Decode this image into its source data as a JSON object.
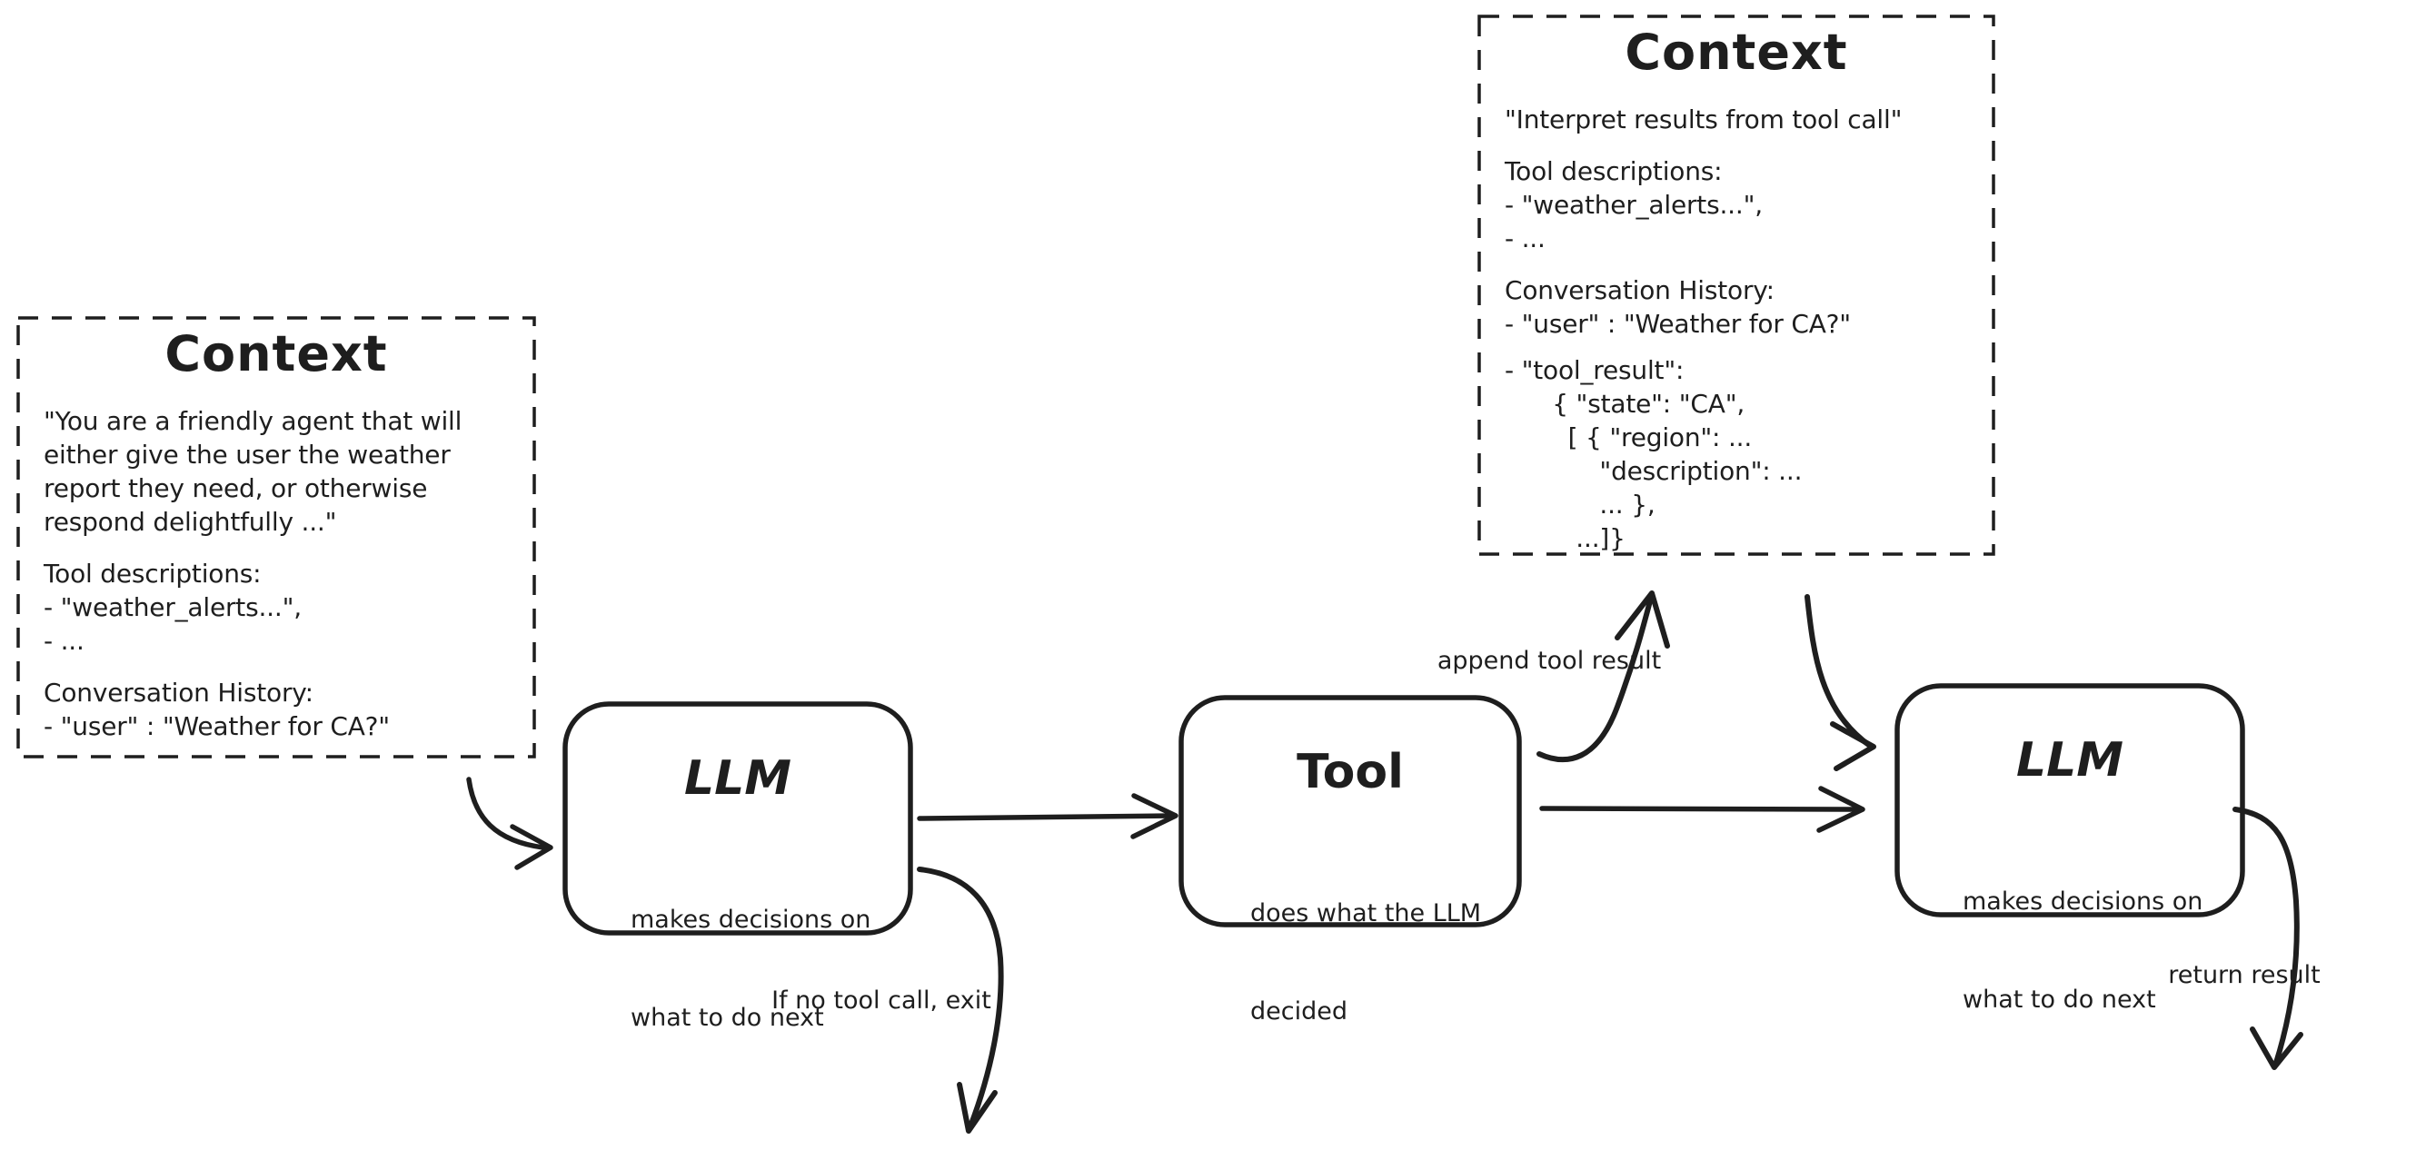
{
  "colors": {
    "ink": "#1e1e1e",
    "background": "#ffffff"
  },
  "nodes": {
    "context1": {
      "title": "Context",
      "lines": [
        "\"You are a friendly agent that will",
        "either give the user the weather",
        "report they need, or otherwise",
        "respond delightfully ...\"",
        "Tool descriptions:",
        "- \"weather_alerts...\",",
        "- ...",
        "Conversation History:",
        "- \"user\" : \"Weather for CA?\""
      ]
    },
    "context2": {
      "title": "Context",
      "lines": [
        "\"Interpret results from tool call\"",
        "Tool descriptions:",
        "- \"weather_alerts...\",",
        "- ...",
        "Conversation History:",
        "- \"user\" : \"Weather for CA?\"",
        "- \"tool_result\":",
        "      { \"state\": \"CA\",",
        "        [ { \"region\": ...",
        "            \"description\": ...",
        "            ... },",
        "         ...]}"
      ]
    },
    "llm1": {
      "title": "LLM",
      "subtitle_lines": [
        "makes decisions on",
        "what to do next"
      ]
    },
    "tool": {
      "title": "Tool",
      "subtitle_lines": [
        "does what the LLM",
        "decided"
      ]
    },
    "llm2": {
      "title": "LLM",
      "subtitle_lines": [
        "makes decisions on",
        "what to do next"
      ]
    }
  },
  "labels": {
    "append_tool_result": "append tool result",
    "if_no_tool_call_exit": "If no tool call, exit",
    "return_result": "return result"
  }
}
